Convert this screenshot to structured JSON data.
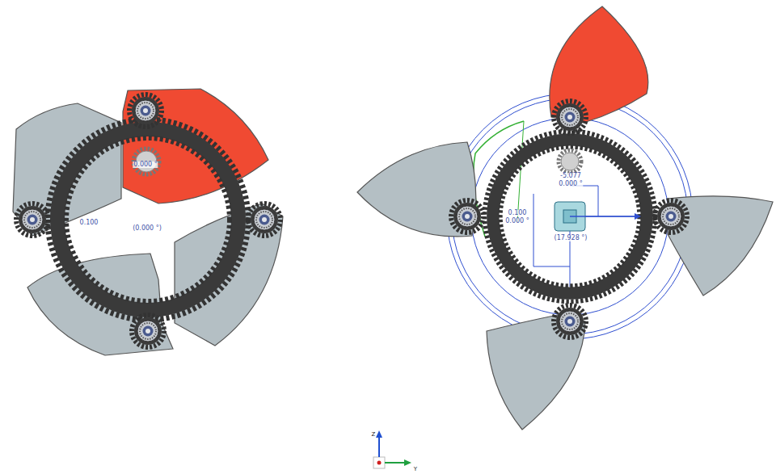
{
  "diagram": {
    "labels": [
      "0.000 °",
      "0.100",
      "(0.000 °)",
      "-5.077",
      "0.000 °",
      "0.100",
      "0.000 °",
      "(17.928 °)",
      "Z",
      "Y"
    ]
  }
}
